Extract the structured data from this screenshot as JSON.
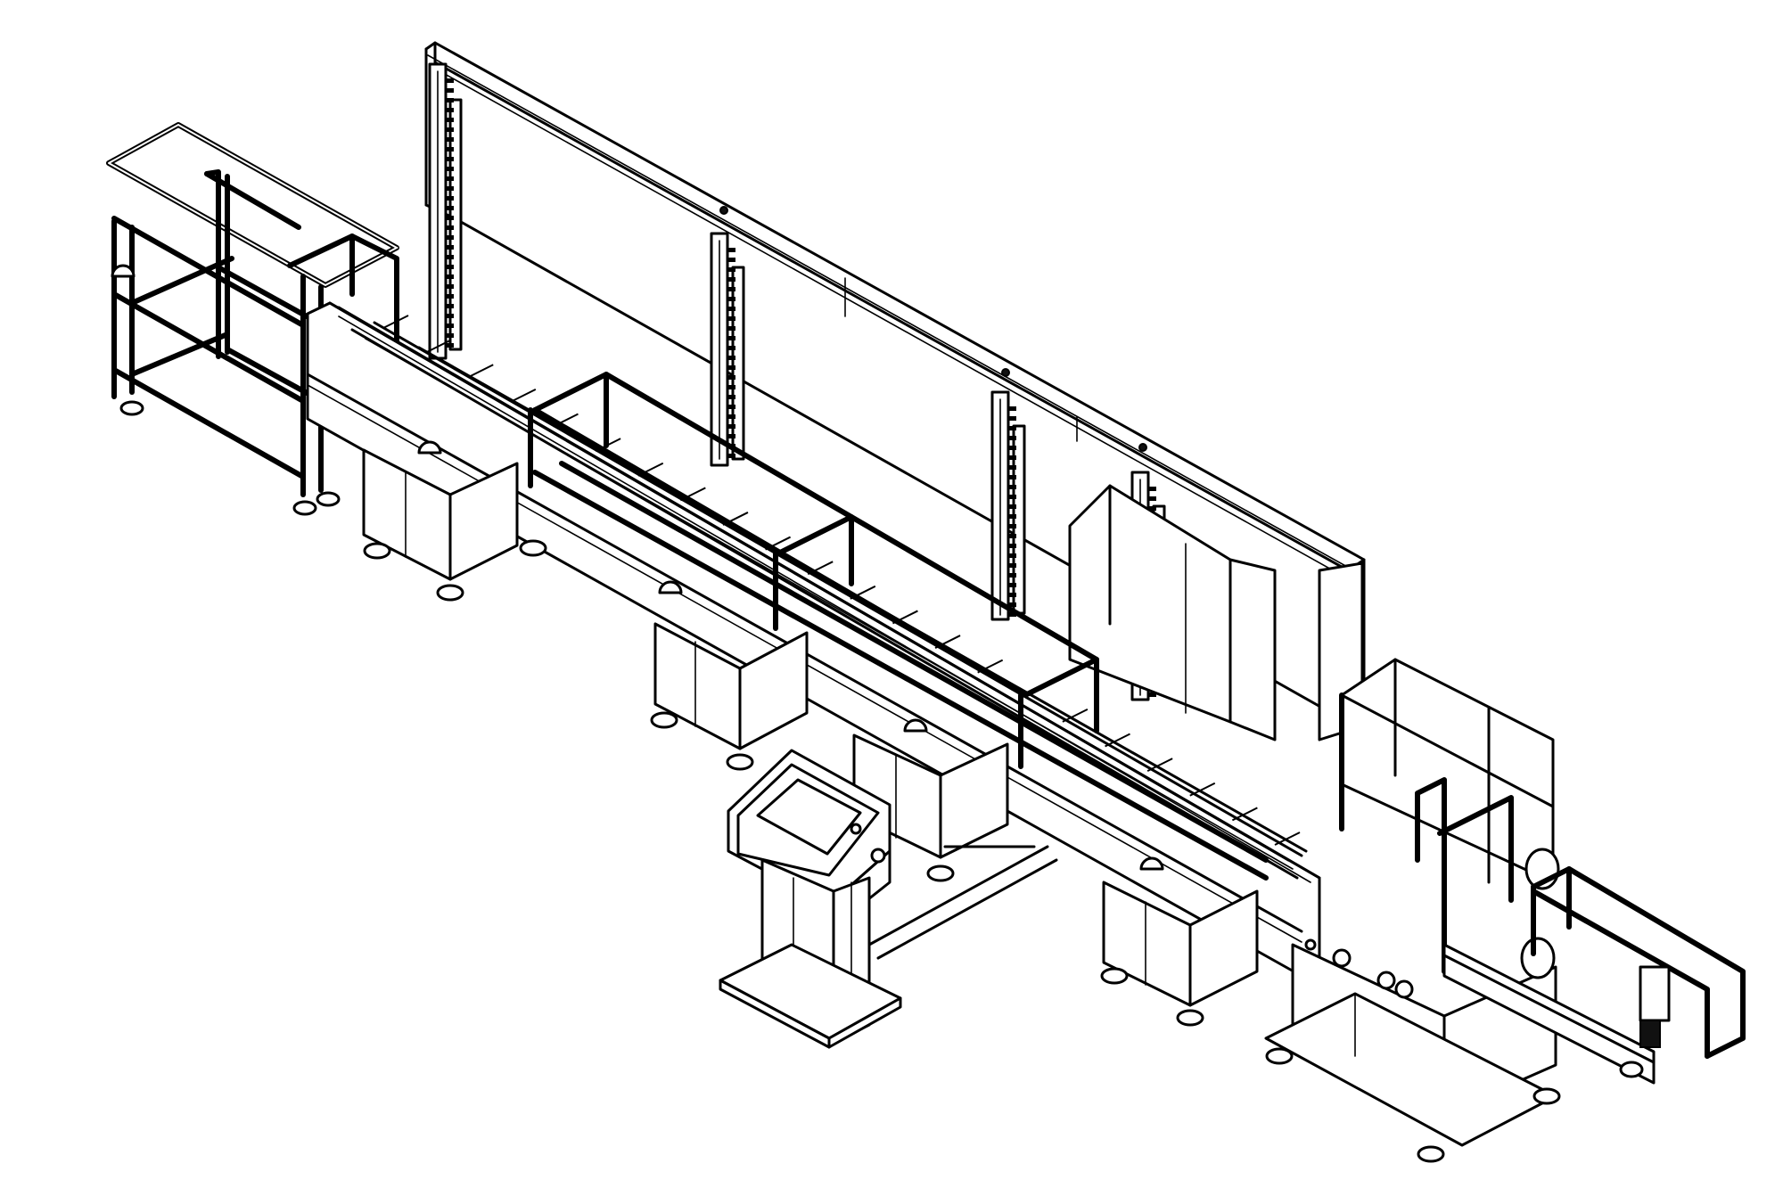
{
  "drawing": {
    "background": "#ffffff",
    "line_color": "#000000",
    "style": "isometric line drawing",
    "content_components": [
      "infeed-conveyor-frame",
      "vertical-storage-rack-wall",
      "main-conveyor-beam",
      "cabinet-modules",
      "operator-control-panel",
      "processing-station",
      "outfeed-conveyor-frame"
    ]
  }
}
